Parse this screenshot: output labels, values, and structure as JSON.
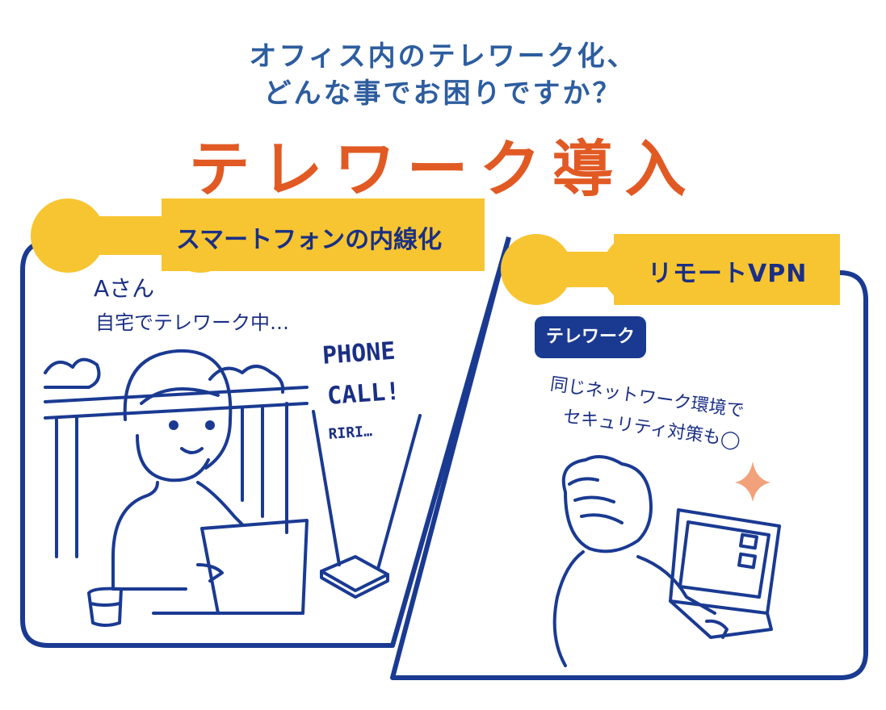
{
  "header": {
    "subtitle_line1": "オフィス内のテレワーク化、",
    "subtitle_line2": "どんな事でお困りですか？",
    "title": "テレワーク導入"
  },
  "panel_left": {
    "label": "スマートフォンの内線化",
    "person_name": "Aさん",
    "person_status": "自宅でテレワーク中…",
    "phone_line1": "PHONE",
    "phone_line2": "CALL!",
    "phone_line3": "RIRI…"
  },
  "panel_right": {
    "label": "リモートVPN",
    "tag": "テレワーク",
    "note_line1": "同じネットワーク環境で",
    "note_line2": "セキュリティ対策も◯"
  },
  "colors": {
    "blue_text": "#2d5d9f",
    "orange": "#e15a24",
    "navy": "#1a2f85",
    "yellow": "#f7c531",
    "sparkle": "#f2a27a"
  }
}
